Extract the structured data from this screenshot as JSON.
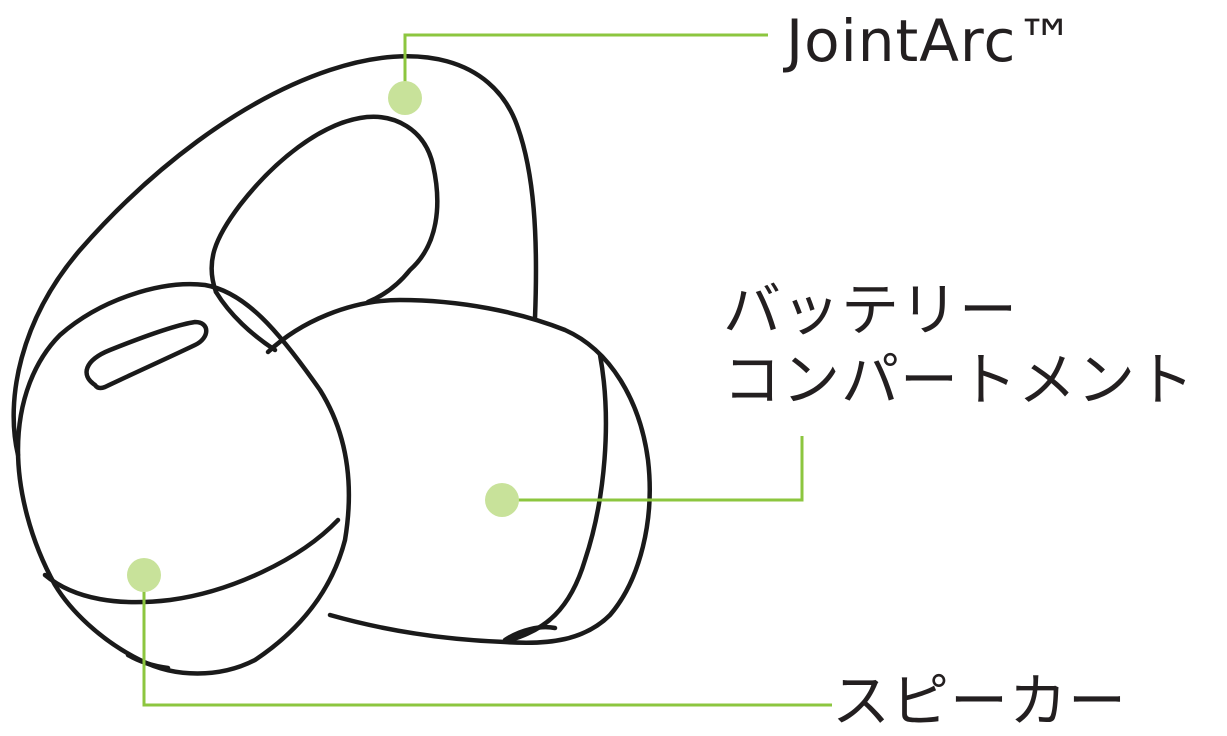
{
  "labels": {
    "joint_arc": "JointArc™",
    "battery_line1": "バッテリー",
    "battery_line2": "コンパートメント",
    "speaker": "スピーカー"
  },
  "colors": {
    "leader_line": "#8cc63f",
    "marker_dot": "#c8e29a",
    "outline": "#1a1a1a",
    "text": "#231f20"
  }
}
